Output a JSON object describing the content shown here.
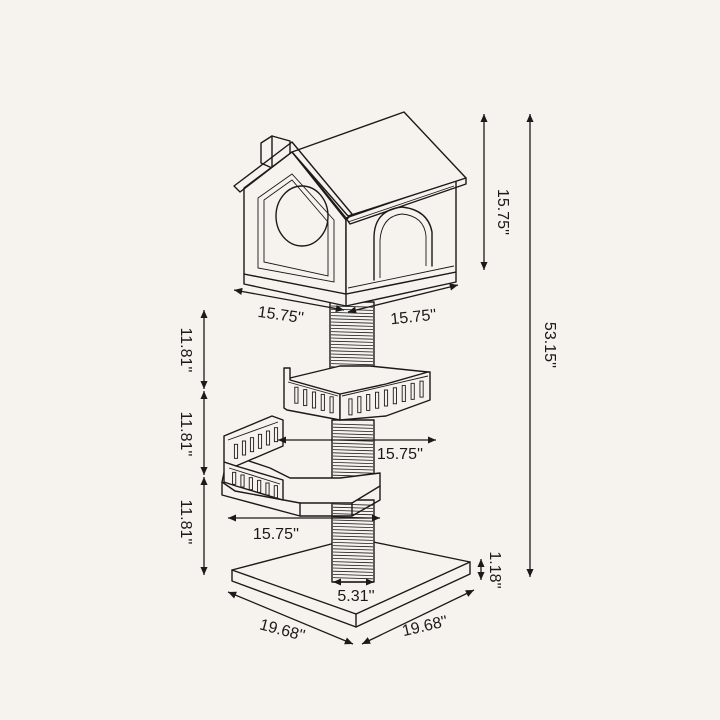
{
  "diagram": {
    "background": "#f6f3ee",
    "line_color": "#1a1a1a",
    "dimensions": {
      "total_height": "53.15''",
      "house_height": "15.75''",
      "house_width_left": "15.75''",
      "house_width_right": "15.75''",
      "upper_platform_spacing": "11.81''",
      "middle_platform_spacing": "11.81''",
      "lower_platform_spacing": "11.81''",
      "upper_platform_width": "15.75''",
      "lower_platform_width": "15.75''",
      "post_diameter": "5.31''",
      "base_thickness": "1.18''",
      "base_width_left": "19.68''",
      "base_width_right": "19.68''"
    }
  }
}
